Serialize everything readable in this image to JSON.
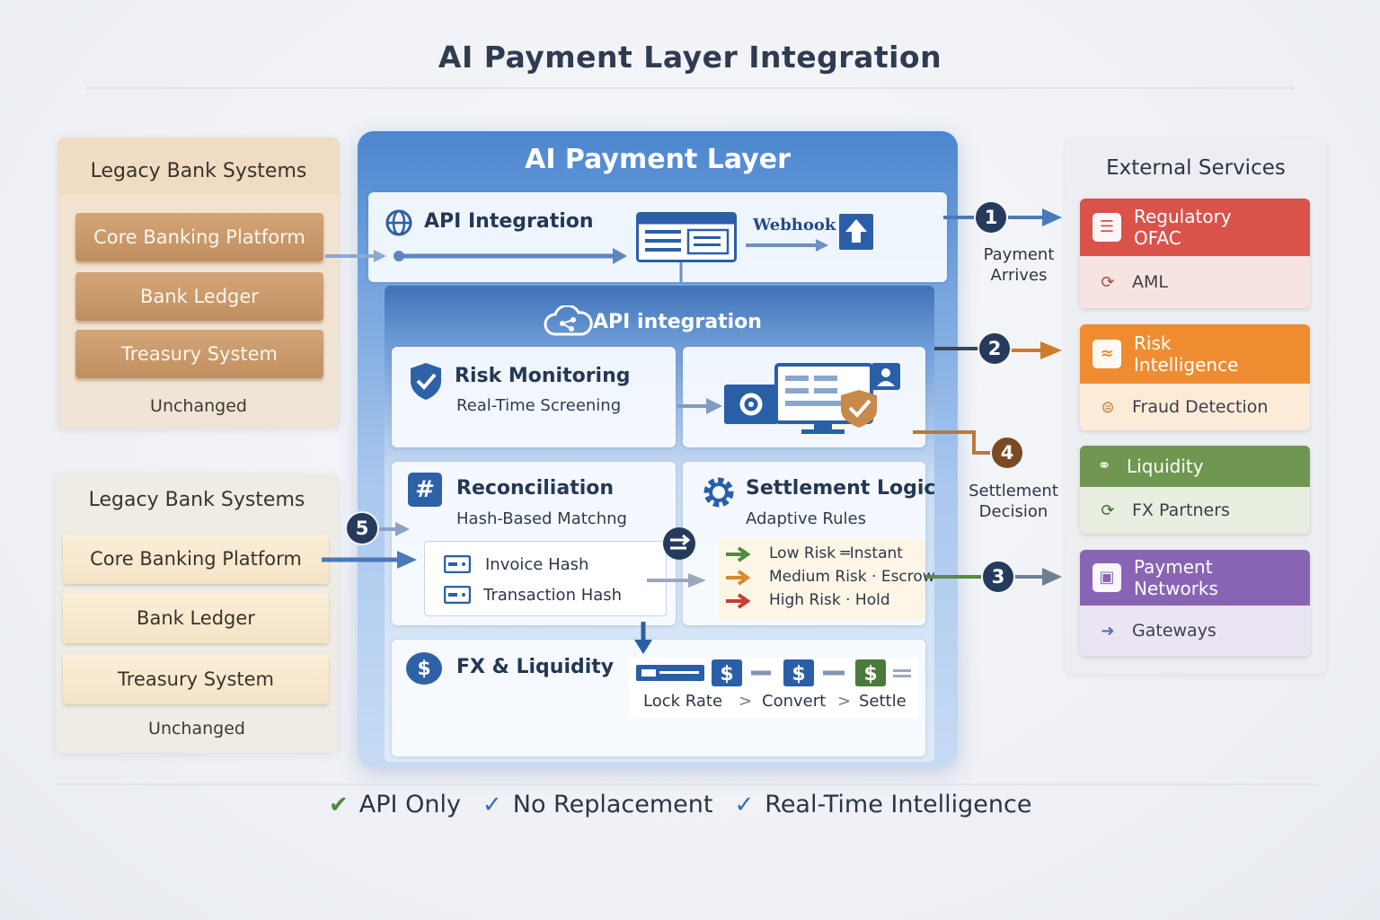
{
  "title": "AI Payment Layer Integration",
  "legacy_top": {
    "title": "Legacy Bank Systems",
    "items": [
      "Core Banking Platform",
      "Bank Ledger",
      "Treasury System"
    ],
    "status": "Unchanged"
  },
  "legacy_bottom": {
    "title": "Legacy Bank Systems",
    "items": [
      "Core Banking Platform",
      "Bank Ledger",
      "Treasury System"
    ],
    "status": "Unchanged"
  },
  "ai_layer": {
    "title": "AI Payment Layer",
    "api_integration": {
      "title": "API Integration",
      "webhook": "Webhook"
    },
    "inner_title": "API integration",
    "risk_monitoring": {
      "title": "Risk Monitoring",
      "subtitle": "Real-Time Screening"
    },
    "reconciliation": {
      "title": "Reconciliation",
      "subtitle": "Hash-Based Matchng",
      "rows": [
        "Invoice Hash",
        "Transaction Hash"
      ]
    },
    "settlement": {
      "title": "Settlement Logic",
      "subtitle": "Adaptive Rules",
      "rules": [
        "Low Risk ═Instant",
        "Medium Risk · Escrow",
        "High Risk · Hold"
      ]
    },
    "fx": {
      "title": "FX & Liquidity",
      "steps": [
        "Lock Rate",
        "Convert",
        "Settle"
      ],
      "step_sep": ">"
    }
  },
  "flow": {
    "steps": [
      {
        "number": "1",
        "label": "Payment\nArrives"
      },
      {
        "number": "2",
        "label": ""
      },
      {
        "number": "3",
        "label": ""
      },
      {
        "number": "4",
        "label": "Settlement\nDecision"
      },
      {
        "number": "5",
        "label": ""
      }
    ]
  },
  "external": {
    "title": "External Services",
    "services": [
      {
        "top": "Regulatory\nOFAC",
        "bottom": "AML",
        "color": "#d9534a",
        "light": "#f8e3e3",
        "icon": "document-icon",
        "sub_icon": "aml-icon"
      },
      {
        "top": "Risk\nIntelligence",
        "bottom": "Fraud Detection",
        "color": "#ef8c31",
        "light": "#fcebd9",
        "icon": "chart-icon",
        "sub_icon": "fraud-icon"
      },
      {
        "top": "Liquidity",
        "bottom": "FX Partners",
        "color": "#6f9752",
        "light": "#e8eee0",
        "icon": "handshake-icon",
        "sub_icon": "exchange-icon"
      },
      {
        "top": "Payment\nNetworks",
        "bottom": "Gateways",
        "color": "#8a64b4",
        "light": "#ebe5f3",
        "icon": "network-icon",
        "sub_icon": "gateway-icon"
      }
    ]
  },
  "footer": [
    "API Only",
    "No Replacement",
    "Real-Time Intelligence"
  ],
  "colors": {
    "navy": "#263b5c",
    "brown": "#7a4a22",
    "arrow_blue": "#4a79b8",
    "arrow_orange": "#cf7a2a"
  }
}
